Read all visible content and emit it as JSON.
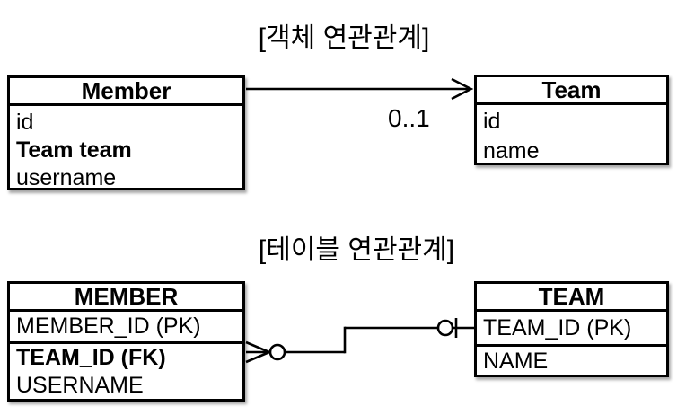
{
  "page": {
    "background_color": "#ffffff",
    "line_color": "#000000",
    "text_color": "#000000"
  },
  "object_diagram": {
    "title": "[객체 연관관계]",
    "member_class": {
      "title": "Member",
      "fields": [
        {
          "label": "id",
          "bold": false
        },
        {
          "label": "Team team",
          "bold": true
        },
        {
          "label": "username",
          "bold": false
        }
      ]
    },
    "team_class": {
      "title": "Team",
      "fields": [
        {
          "label": "id",
          "bold": false
        },
        {
          "label": "name",
          "bold": false
        }
      ]
    },
    "association": {
      "from": "Member",
      "to": "Team",
      "multiplicity": "0..1",
      "arrow_icon": "open-arrowhead-icon"
    }
  },
  "table_diagram": {
    "title": "[테이블 연관관계]",
    "member_table": {
      "title": "MEMBER",
      "rows": [
        {
          "label": "MEMBER_ID (PK)",
          "bold": false
        },
        {
          "label": "TEAM_ID (FK)",
          "bold": true
        },
        {
          "label": "USERNAME",
          "bold": false
        }
      ]
    },
    "team_table": {
      "title": "TEAM",
      "rows": [
        {
          "label": "TEAM_ID (PK)",
          "bold": false
        },
        {
          "label": "NAME",
          "bold": false
        }
      ]
    },
    "relationship": {
      "from": "MEMBER",
      "to": "TEAM",
      "member_end_icon": "crow-foot-zero-or-many-icon",
      "team_end_icon": "circle-bar-zero-or-one-icon"
    }
  }
}
